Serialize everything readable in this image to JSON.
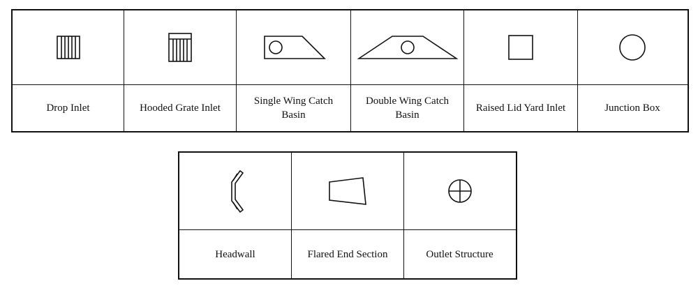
{
  "top_row": [
    {
      "icon": "drop-inlet-icon",
      "label": "Drop Inlet"
    },
    {
      "icon": "hooded-grate-inlet-icon",
      "label": "Hooded Grate Inlet"
    },
    {
      "icon": "single-wing-catch-basin-icon",
      "label": "Single Wing Catch Basin"
    },
    {
      "icon": "double-wing-catch-basin-icon",
      "label": "Double Wing Catch Basin"
    },
    {
      "icon": "raised-lid-yard-inlet-icon",
      "label": "Raised Lid Yard Inlet"
    },
    {
      "icon": "junction-box-icon",
      "label": "Junction Box"
    }
  ],
  "bottom_row": [
    {
      "icon": "headwall-icon",
      "label": "Headwall"
    },
    {
      "icon": "flared-end-section-icon",
      "label": "Flared End Section"
    },
    {
      "icon": "outlet-structure-icon",
      "label": "Outlet Structure"
    }
  ]
}
